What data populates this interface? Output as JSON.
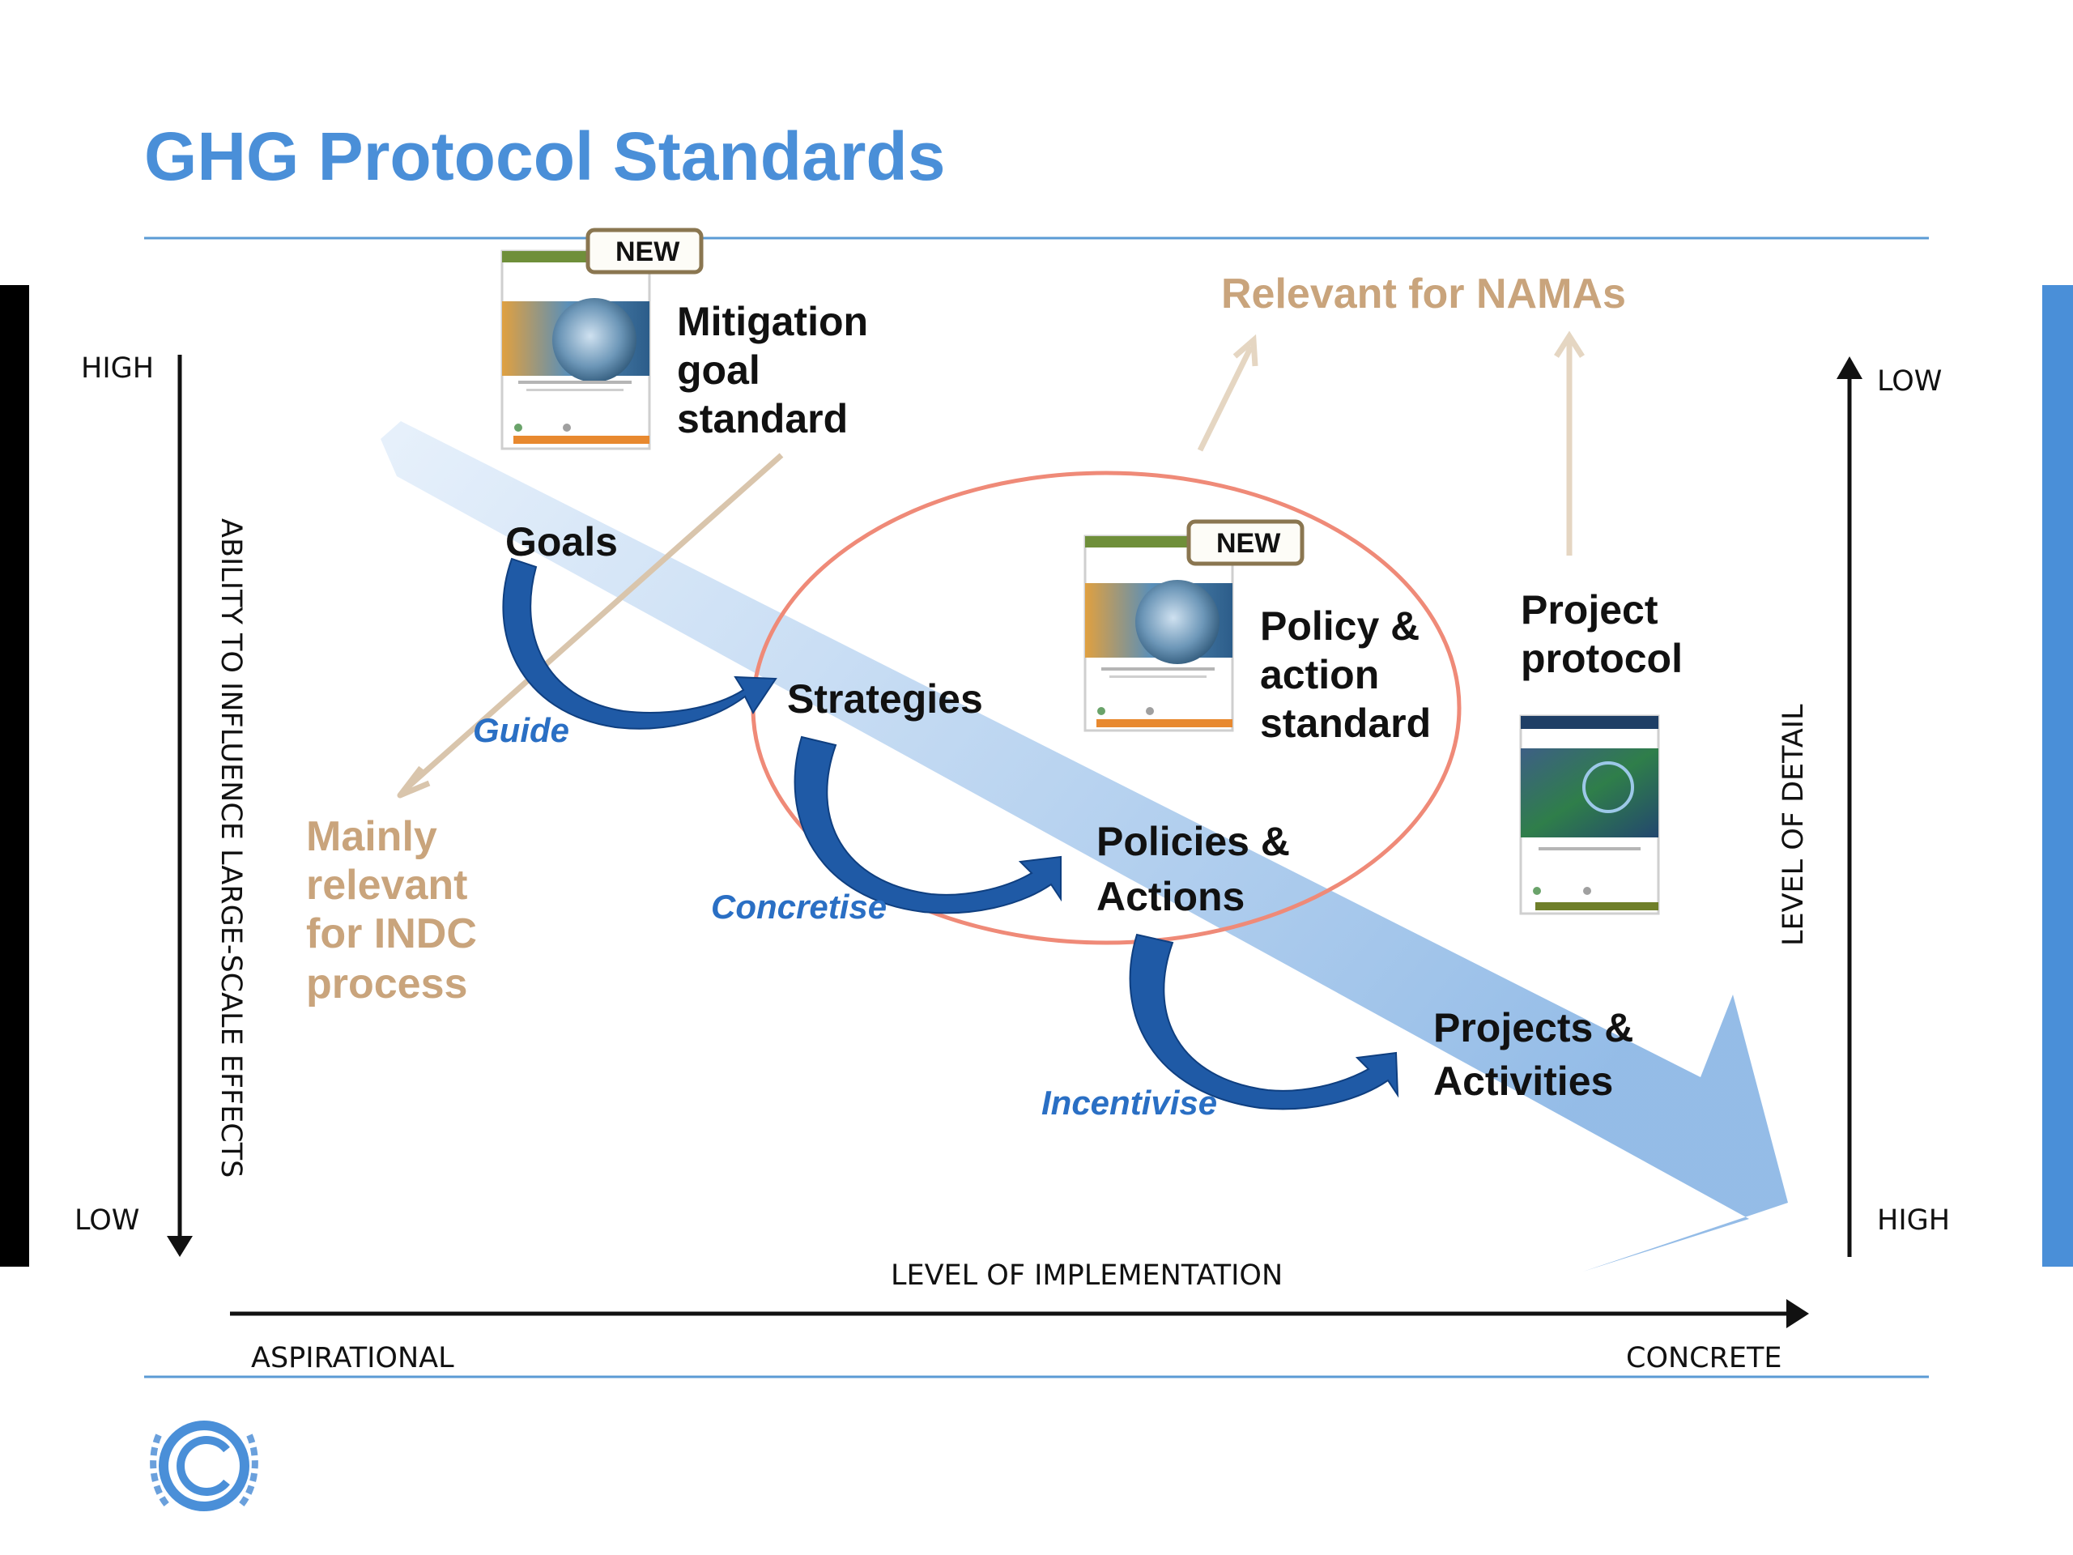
{
  "title": "GHG Protocol Standards",
  "left_axis": {
    "label": "ABILITY TO INFLUENCE LARGE-SCALE EFFECTS",
    "top": "HIGH",
    "bottom": "LOW"
  },
  "right_axis": {
    "label": "LEVEL OF DETAIL",
    "top": "LOW",
    "bottom": "HIGH"
  },
  "bottom_axis": {
    "label": "LEVEL OF IMPLEMENTATION",
    "left": "ASPIRATIONAL",
    "right": "CONCRETE"
  },
  "stages": {
    "goals": "Goals",
    "strategies": "Strategies",
    "policies": [
      "Policies &",
      "Actions"
    ],
    "projects": [
      "Projects &",
      "Activities"
    ]
  },
  "transitions": {
    "guide": "Guide",
    "concretise": "Concretise",
    "incentivise": "Incentivise"
  },
  "relevance": {
    "namas": "Relevant for NAMAs",
    "indc": [
      "Mainly",
      "relevant",
      "for INDC",
      "process"
    ]
  },
  "standards": {
    "mitigation": [
      "Mitigation",
      "goal",
      "standard"
    ],
    "policy_action": [
      "Policy &",
      "action",
      "standard"
    ],
    "project": [
      "Project",
      "protocol"
    ],
    "badge": "NEW"
  },
  "colors": {
    "title": "#4a8fd8",
    "big_arrow": "#9cc2ea",
    "curved_arrow": "#1f5aa6",
    "tan": "#c9a47c",
    "ellipse": "#ef8a78",
    "rule": "#5b9bd5",
    "right_bar": "#4a8fd8",
    "left_bar": "#000000"
  },
  "icons": {
    "logo": "unfccc-logo-icon",
    "report_covers": "report-cover-icon"
  }
}
